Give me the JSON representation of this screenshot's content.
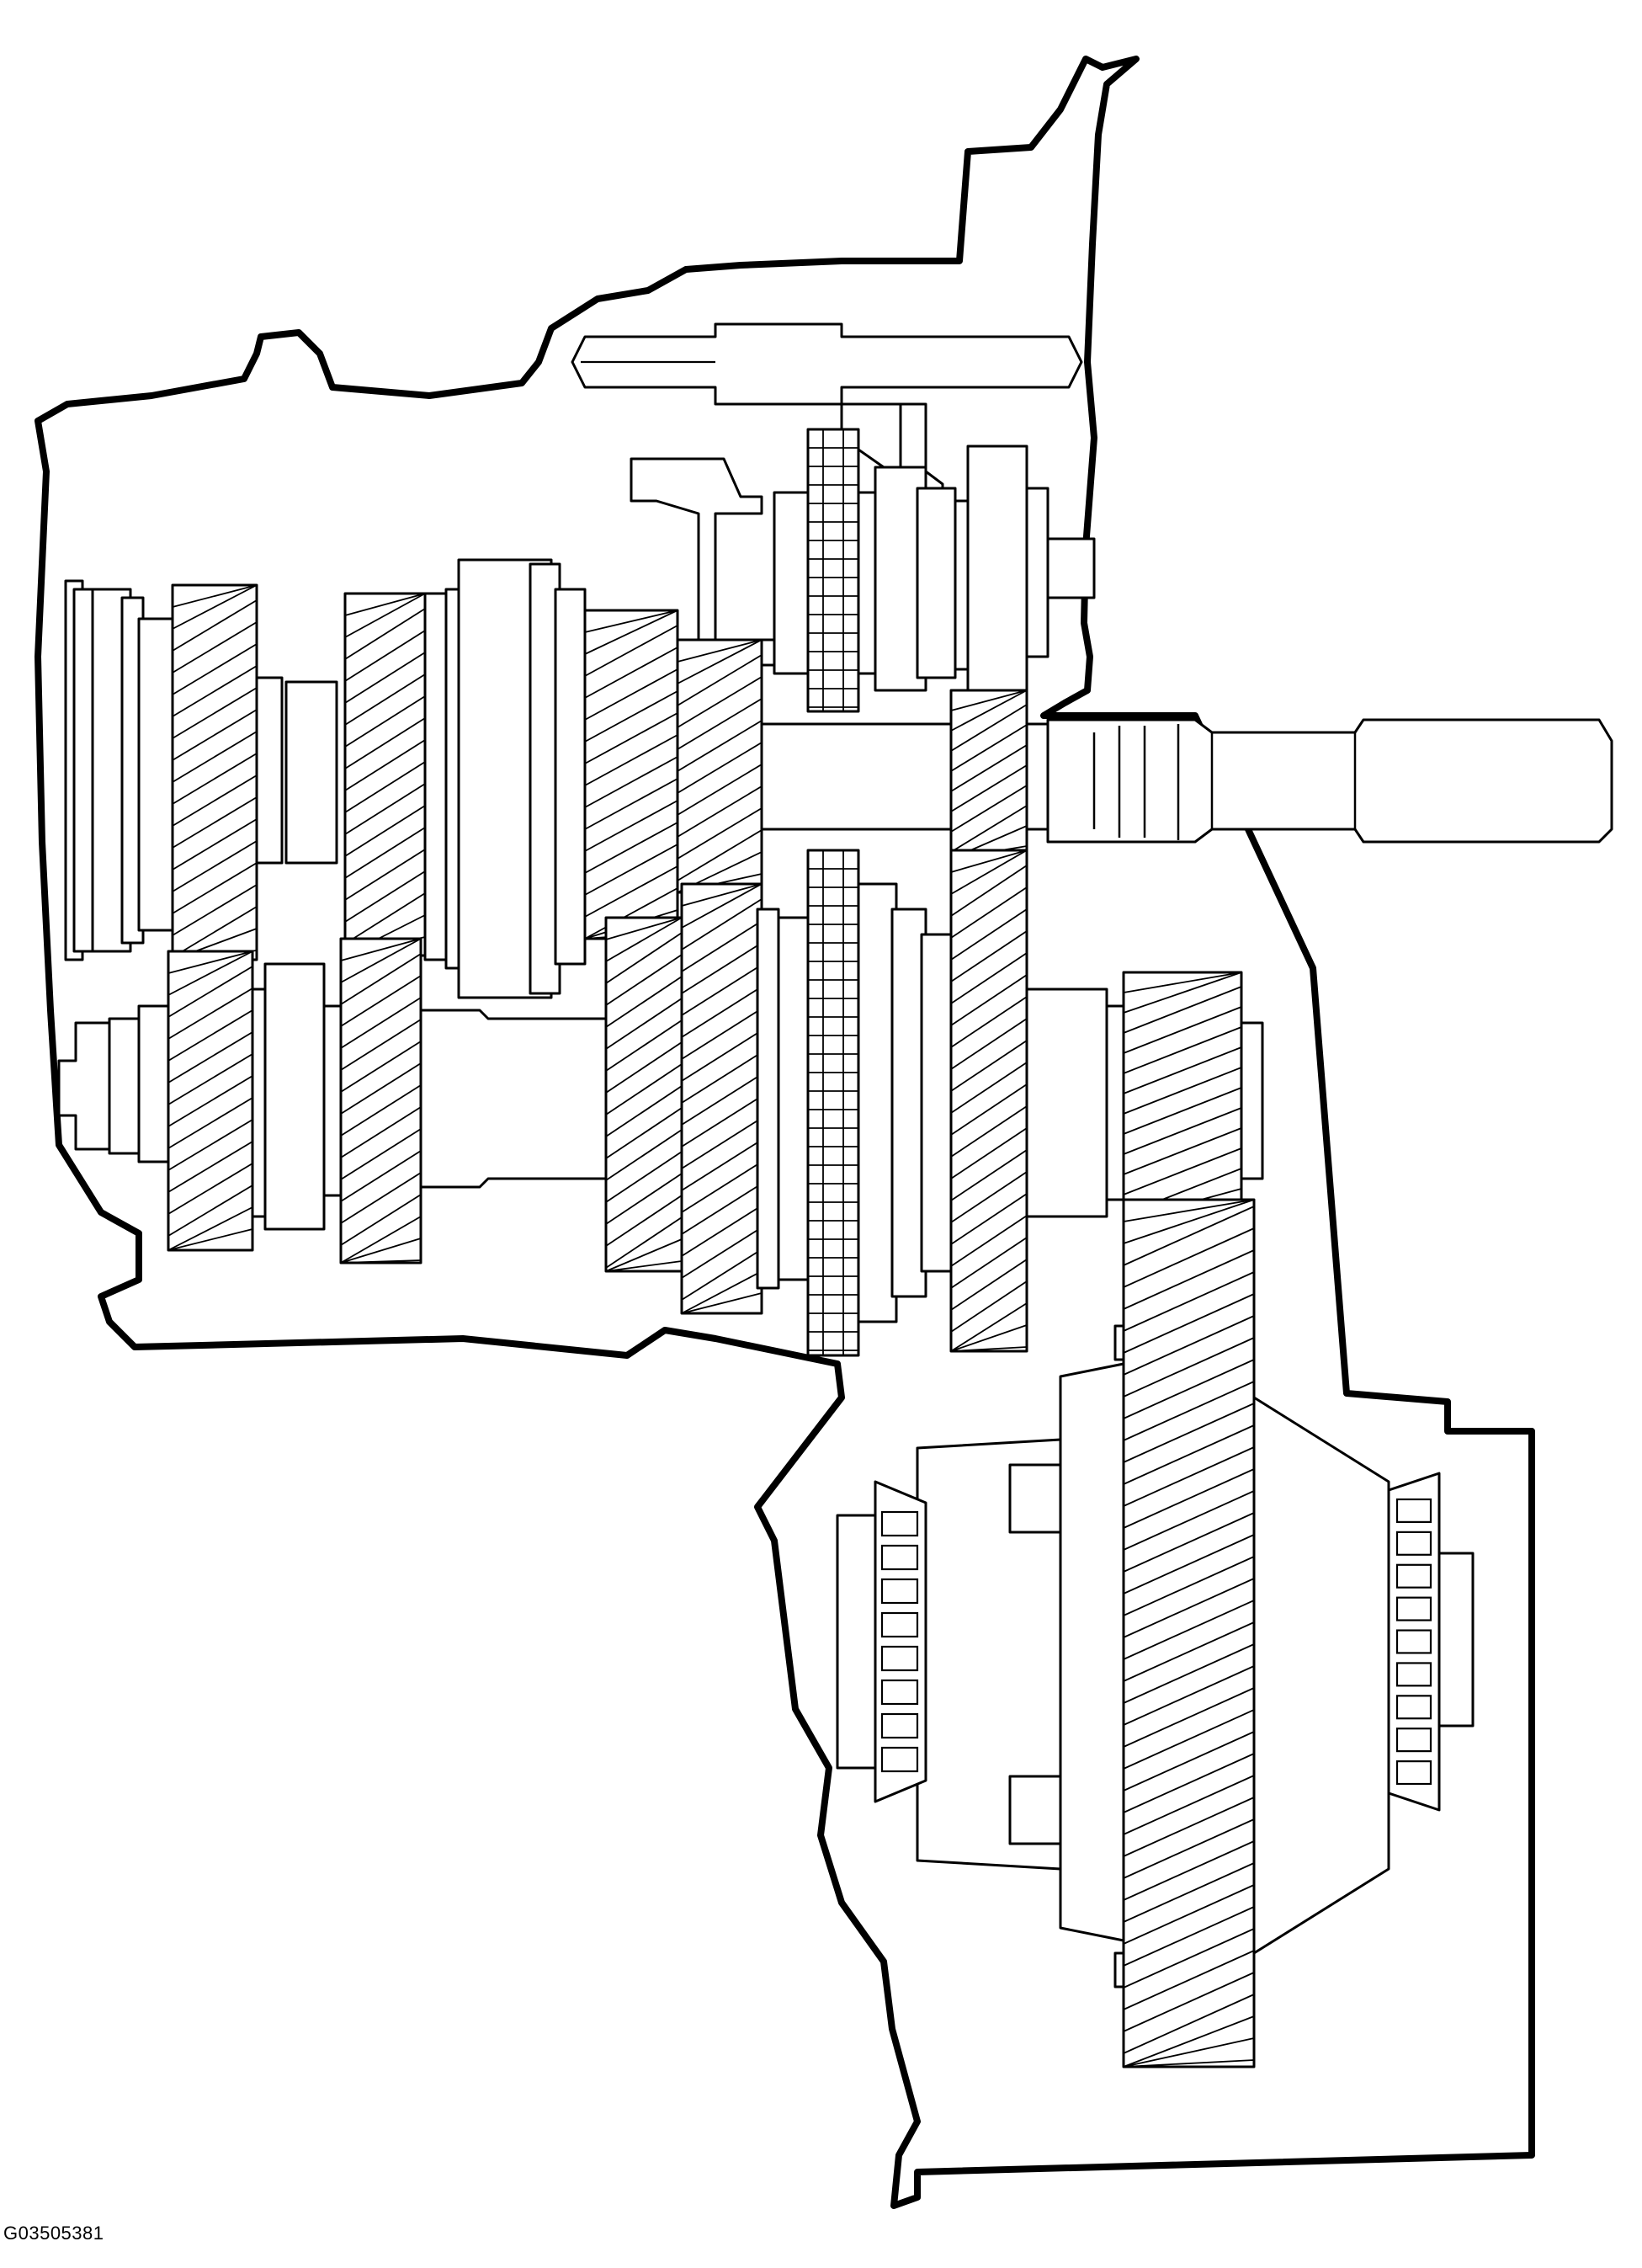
{
  "figure": {
    "id": "G03505381",
    "line_color": "#000000",
    "background": "#ffffff"
  },
  "parts": [
    "transaxle-case",
    "input-shaft",
    "output-shaft",
    "reverse-idler-shaft",
    "shift-rail",
    "differential-ring-gear",
    "differential-carrier",
    "tapered-roller-bearing-left",
    "tapered-roller-bearing-right"
  ]
}
